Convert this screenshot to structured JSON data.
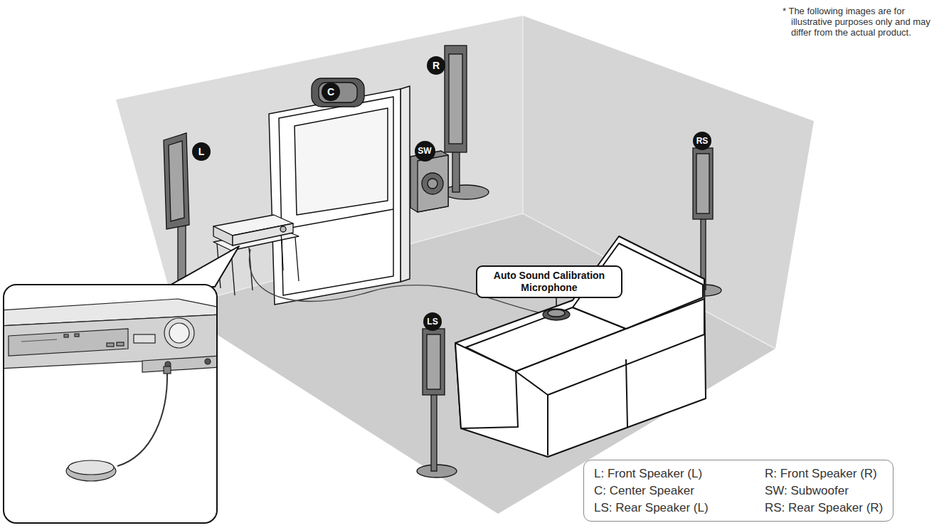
{
  "diagram": {
    "nodes": [
      {
        "text": [
          "R"
        ]
      },
      {
        "text": [
          "C"
        ]
      },
      {
        "text": [
          "L"
        ]
      },
      {
        "text": [
          "SW"
        ]
      },
      {
        "text": [
          "RS"
        ]
      },
      {
        "text": [
          "Auto Sound Calibration Microphone"
        ]
      },
      {
        "text": [
          "LS"
        ]
      },
      {
        "text": [
          "L: Front Speaker (L)",
          "R: Front Speaker (R)",
          "C: Center Speaker",
          "SW: Subwoofer",
          "LS: Rear Speaker (L)",
          "RS: Rear Speaker (R)"
        ]
      }
    ],
    "labels": [
      "* The following images are for illustrative purposes only and may differ from the actual product."
    ]
  }
}
